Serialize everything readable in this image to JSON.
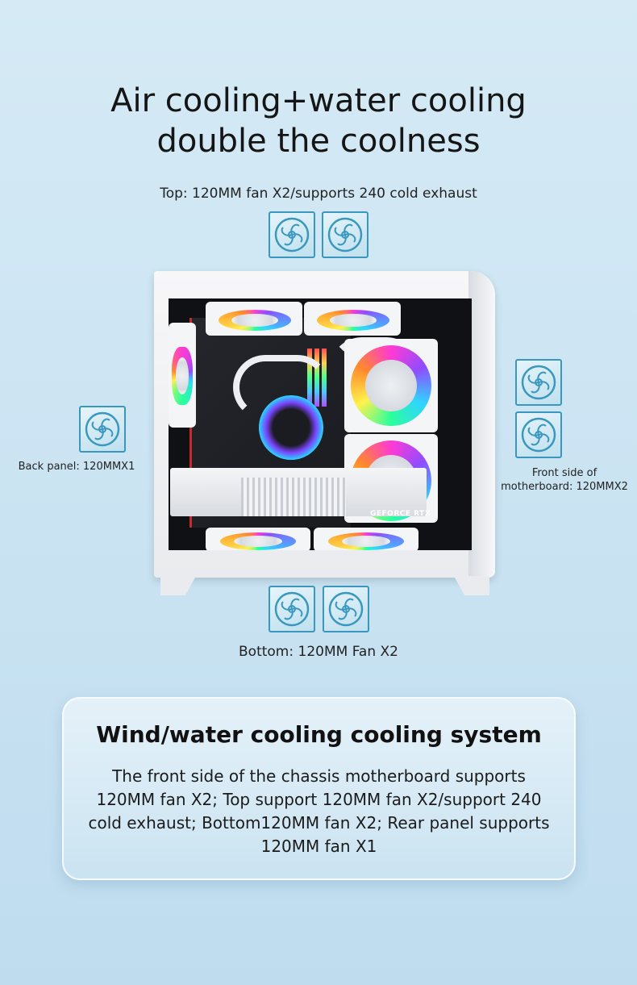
{
  "heading": {
    "line1": "Air cooling+water cooling",
    "line2": "double the coolness"
  },
  "labels": {
    "top": "Top: 120MM fan X2/supports 240 cold exhaust",
    "bottom": "Bottom: 120MM Fan X2",
    "back": "Back panel: 120MMX1",
    "front_line1": "Front side of",
    "front_line2": "motherboard: 120MMX2"
  },
  "product": {
    "gpu_label": "GEFORCE RTX"
  },
  "panel": {
    "title": "Wind/water cooling cooling system",
    "body": "The front side of the chassis motherboard supports 120MM fan X2; Top support 120MM fan X2/support 240 cold exhaust; Bottom120MM fan X2; Rear panel supports 120MM fan X1"
  },
  "icons": {
    "fan": "fan-icon"
  },
  "colors": {
    "accent": "#3a98be",
    "background": "#cde5f3"
  }
}
